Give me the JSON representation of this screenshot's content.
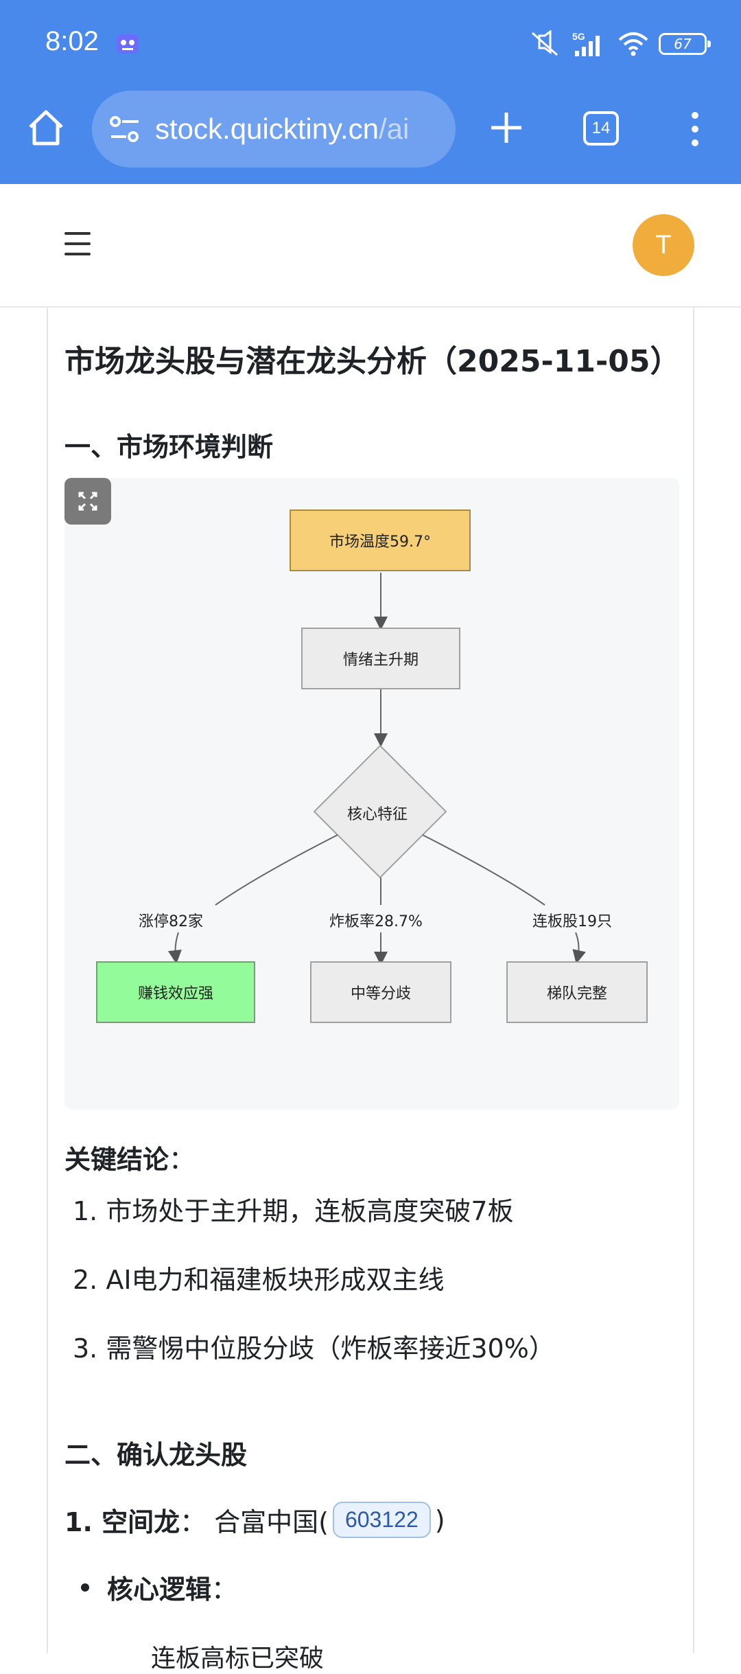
{
  "status_bar": {
    "time": "8:02",
    "network": "5G",
    "battery": "67"
  },
  "browser": {
    "url_host": "stock.quicktiny.cn",
    "url_path": "/ai",
    "tab_count": "14"
  },
  "header": {
    "avatar_initial": "T"
  },
  "article": {
    "title": "市场龙头股与潜在龙头分析（2025-11-05）",
    "section1": "一、市场环境判断",
    "diagram": {
      "temp": "市场温度59.7°",
      "phase": "情绪主升期",
      "core": "核心特征",
      "edge_left": "涨停82家",
      "edge_mid": "炸板率28.7%",
      "edge_right": "连板股19只",
      "out_left": "赚钱效应强",
      "out_mid": "中等分歧",
      "out_right": "梯队完整"
    },
    "conclusion_label": "关键结论",
    "conclusion_colon": "：",
    "conclusions": [
      "1. 市场处于主升期，连板高度突破7板",
      "2. AI电力和福建板块形成双主线",
      "3. 需警惕中位股分歧（炸板率接近30%）"
    ],
    "section2": "二、确认龙头股",
    "dragon1": {
      "index": "1. 空间龙",
      "sep": "：",
      "name": "合富中国(",
      "code": "603122",
      "close": ")"
    },
    "bullet1": {
      "label": "核心逻辑",
      "colon": "："
    },
    "cutoff_text": "连板高标已突破"
  }
}
